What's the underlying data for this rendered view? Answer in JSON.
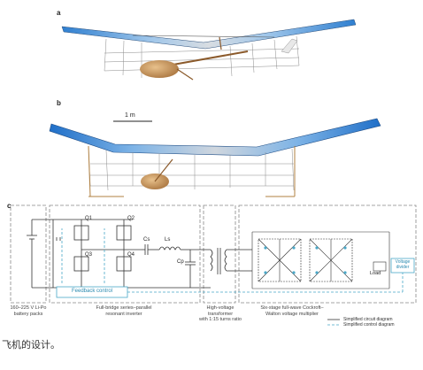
{
  "panels": {
    "a": "a",
    "b": "b",
    "c": "c"
  },
  "scale_bar": "1 m",
  "circuit": {
    "components": {
      "q1": "Q1",
      "q2": "Q2",
      "q3": "Q3",
      "q4": "Q4",
      "cs": "Cs",
      "ls": "Ls",
      "cp": "Cp",
      "load": "Load"
    },
    "boxes": {
      "feedback": "Feedback control",
      "voltage_divider": "Voltage\ndivider"
    },
    "captions": {
      "battery": "160–225 V Li-Po\nbattery packs",
      "inverter": "Full-bridge series–parallel\nresonant inverter",
      "transformer": "High-voltage\ntransformer\nwith 1:15 turns ratio",
      "multiplier": "Six-stage full-wave Cockroft–\nWalton voltage multiplier"
    },
    "legend": {
      "circuit": "Simplified circuit diagram",
      "control": "Simplified control diagram"
    },
    "colors": {
      "circuit_line": "#333333",
      "control_line": "#4aa8c8",
      "dash_box": "#888888",
      "wing_blue": "#2f7fd0"
    }
  },
  "footer_text": "飞机的设计。"
}
